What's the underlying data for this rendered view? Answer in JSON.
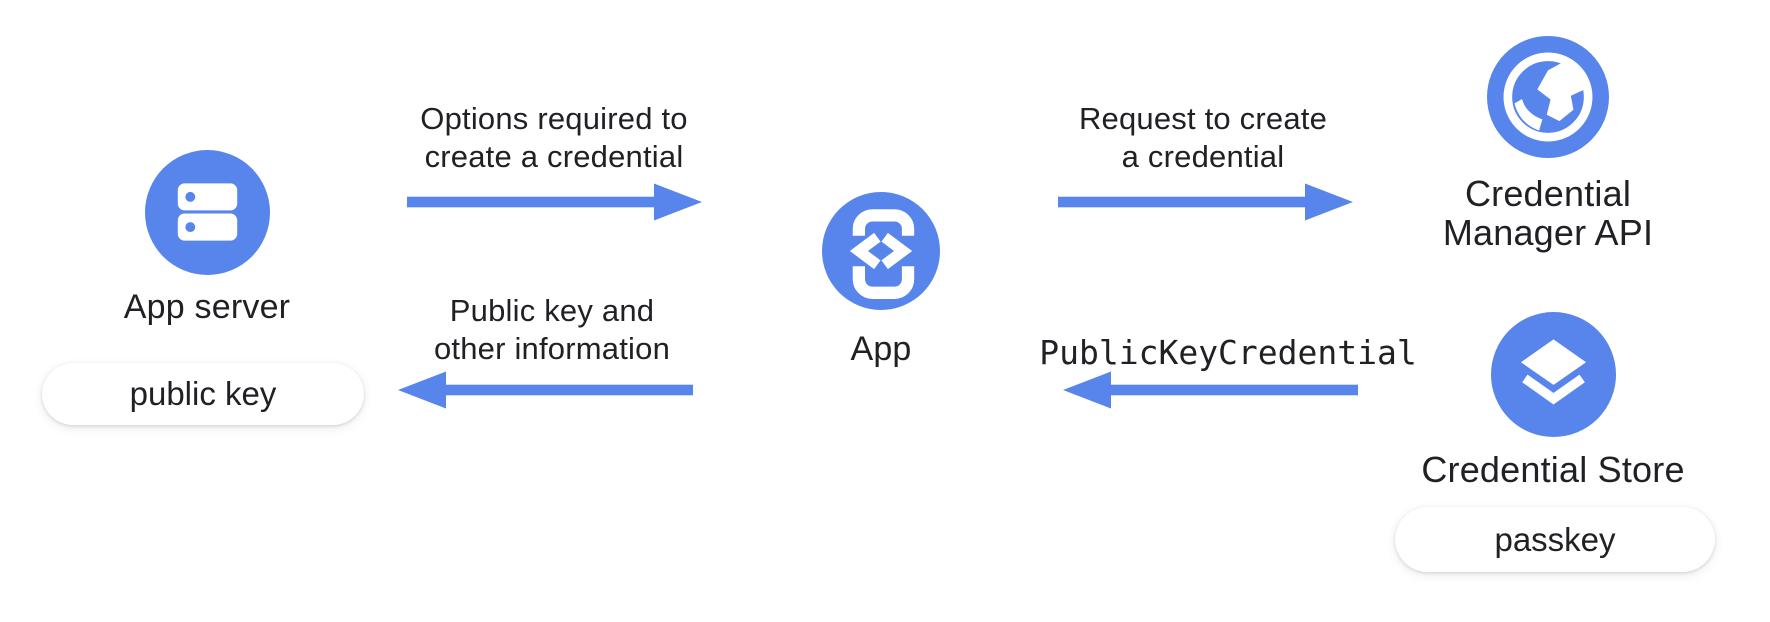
{
  "colors": {
    "accent_blue": "#5885EC",
    "text": "#202124",
    "pill_background": "#FFFFFF"
  },
  "nodes": {
    "app_server": {
      "label": "App server",
      "icon": "server-icon",
      "output_badge": "public key"
    },
    "app": {
      "label": "App",
      "icon": "phone-code-icon"
    },
    "credential_manager_api": {
      "label_line1": "Credential",
      "label_line2": "Manager API",
      "icon": "globe-icon"
    },
    "credential_store": {
      "label": "Credential Store",
      "icon": "layers-icon",
      "output_badge": "passkey"
    }
  },
  "arrows": {
    "options": {
      "line1": "Options required to",
      "line2": "create a credential",
      "from": "App server",
      "to": "App",
      "direction": "right"
    },
    "request": {
      "line1": "Request to create",
      "line2": "a credential",
      "from": "App",
      "to": "Credential Manager API",
      "direction": "right"
    },
    "public_key_credential": {
      "label": "PublicKeyCredential",
      "from": "Credential Store",
      "to": "App",
      "direction": "left"
    },
    "public_key_info": {
      "line1": "Public key and",
      "line2": "other information",
      "from": "App",
      "to": "App server",
      "direction": "left"
    }
  }
}
